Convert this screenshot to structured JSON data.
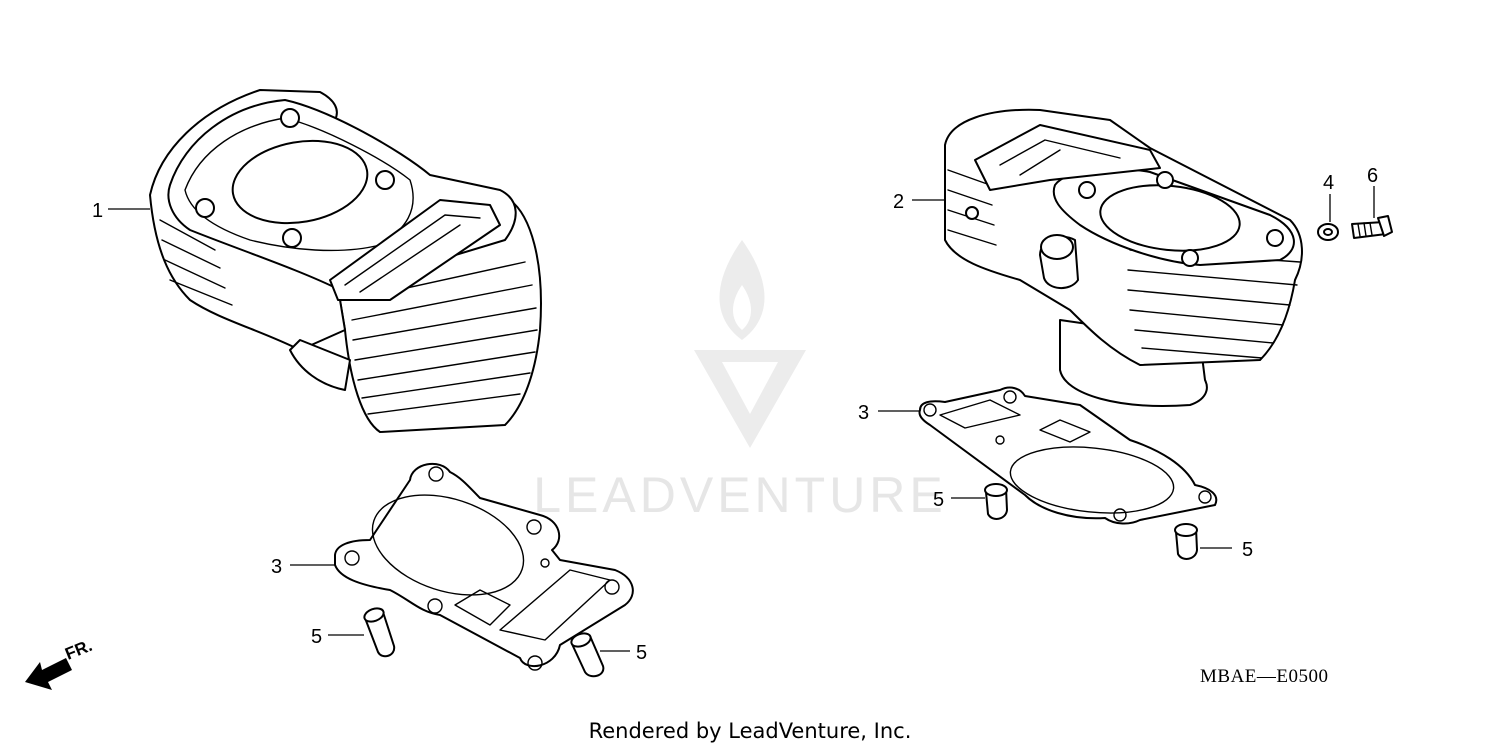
{
  "parts": {
    "cylinder_front": "1",
    "cylinder_rear": "2",
    "gasket_front": "3",
    "gasket_rear": "3",
    "washer": "4",
    "bolt": "6",
    "dowel_front_left": "5",
    "dowel_front_right": "5",
    "dowel_rear_left": "5",
    "dowel_rear_right": "5"
  },
  "front_arrow": "FR.",
  "diagram_code": "MBAE—E0500",
  "watermark": "LEADVENTURE",
  "credit": "Rendered by LeadVenture, Inc."
}
